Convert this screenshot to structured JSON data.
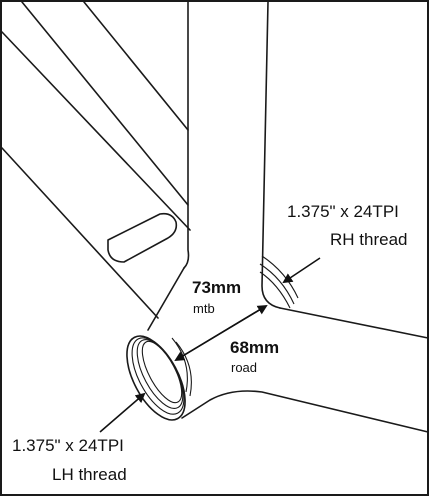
{
  "right_cup": {
    "spec": "1.375\" x 24TPI",
    "thread": "RH thread"
  },
  "left_cup": {
    "spec": "1.375\" x 24TPI",
    "thread": "LH thread"
  },
  "widths": {
    "mtb_value": "73mm",
    "mtb_label": "mtb",
    "road_value": "68mm",
    "road_label": "road"
  }
}
